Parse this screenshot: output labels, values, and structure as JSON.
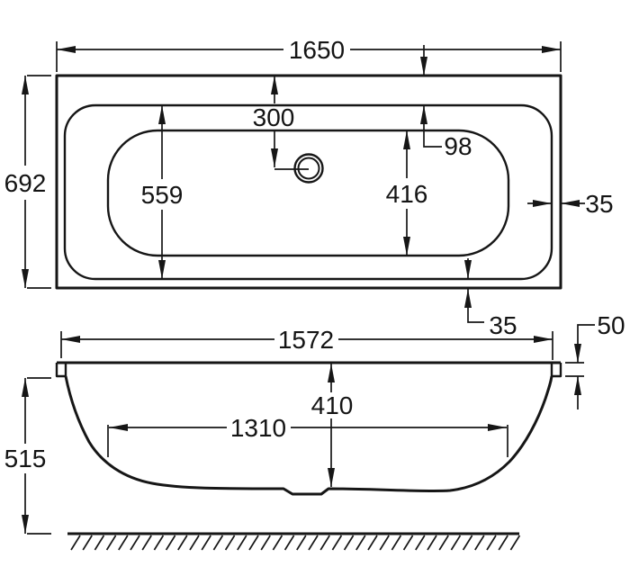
{
  "drawing": {
    "subject": "bath-technical-drawing",
    "units": "mm",
    "dimensions": {
      "top": {
        "overall_length": "1650",
        "overall_width": "692",
        "drain_center_from_top_edge": "300",
        "head_end_rim_width": "98",
        "inner_width": "559",
        "base_width": "416",
        "side_rim_width": "35",
        "foot_rim_width": "35"
      },
      "side": {
        "rim_length": "1572",
        "rim_depth": "50",
        "internal_depth": "410",
        "base_length": "1310",
        "overall_height": "515"
      }
    }
  }
}
